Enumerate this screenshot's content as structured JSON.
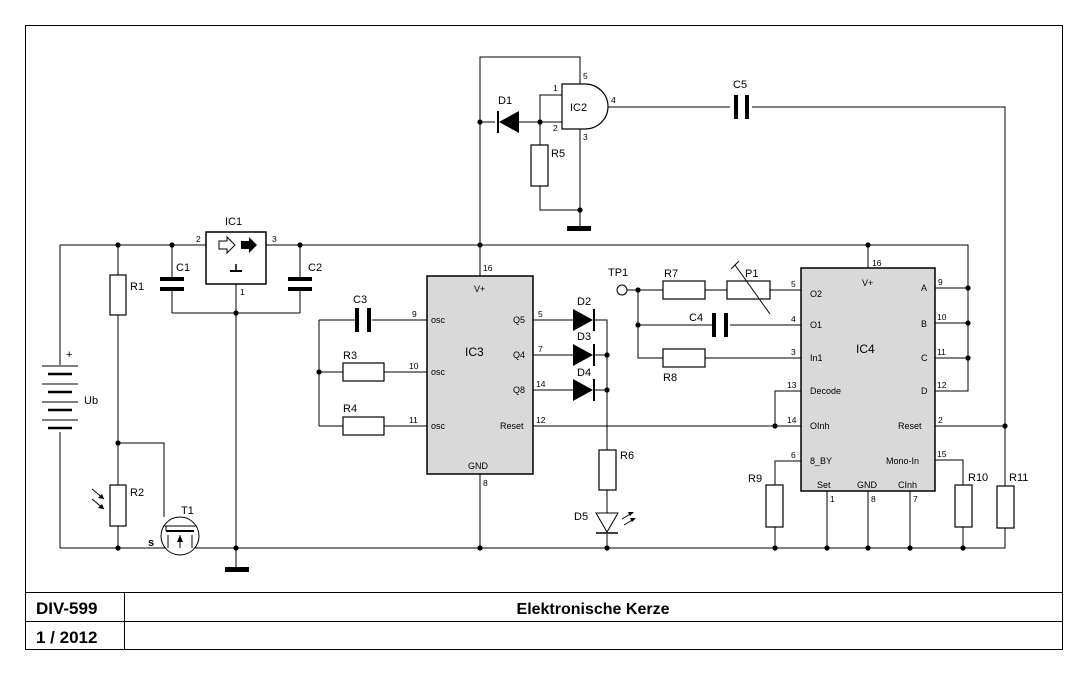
{
  "title_block": {
    "doc_number": "DIV-599",
    "title": "Elektronische Kerze",
    "date": "1 / 2012"
  },
  "components": {
    "ic1": "IC1",
    "ic2": "IC2",
    "ic3": "IC3",
    "ic4": "IC4",
    "r1": "R1",
    "r2": "R2",
    "r3": "R3",
    "r4": "R4",
    "r5": "R5",
    "r6": "R6",
    "r7": "R7",
    "r8": "R8",
    "r9": "R9",
    "r10": "R10",
    "r11": "R11",
    "c1": "C1",
    "c2": "C2",
    "c3": "C3",
    "c4": "C4",
    "c5": "C5",
    "d1": "D1",
    "d2": "D2",
    "d3": "D3",
    "d4": "D4",
    "d5": "D5",
    "p1": "P1",
    "t1": "T1",
    "tp1": "TP1",
    "ub": "Ub",
    "plus": "+",
    "source": "s"
  },
  "ic3_pins": {
    "vplus": "V+",
    "gnd": "GND",
    "osc": "osc",
    "q5": "Q5",
    "q4": "Q4",
    "q8": "Q8",
    "reset": "Reset",
    "n16": "16",
    "n8": "8",
    "n9": "9",
    "n10": "10",
    "n11": "11",
    "n5": "5",
    "n7": "7",
    "n14": "14",
    "n12": "12"
  },
  "ic4_pins": {
    "vplus": "V+",
    "o2": "O2",
    "o1": "O1",
    "in1": "In1",
    "decode": "Decode",
    "oinh": "OInh",
    "eight_by": "8_BY",
    "a": "A",
    "b": "B",
    "c": "C",
    "d": "D",
    "reset": "Reset",
    "mono_in": "Mono-In",
    "set": "Set",
    "gnd": "GND",
    "cinh": "CInh",
    "n16": "16",
    "n5": "5",
    "n4": "4",
    "n3": "3",
    "n13": "13",
    "n14": "14",
    "n6": "6",
    "n9": "9",
    "n10": "10",
    "n11": "11",
    "n12": "12",
    "n2": "2",
    "n15": "15",
    "n1": "1",
    "n8": "8",
    "n7": "7"
  },
  "ic2_pins": {
    "n1": "1",
    "n2": "2",
    "n3": "3",
    "n4": "4",
    "n5": "5"
  },
  "ic1_pins": {
    "n1": "1",
    "n2": "2",
    "n3": "3"
  }
}
